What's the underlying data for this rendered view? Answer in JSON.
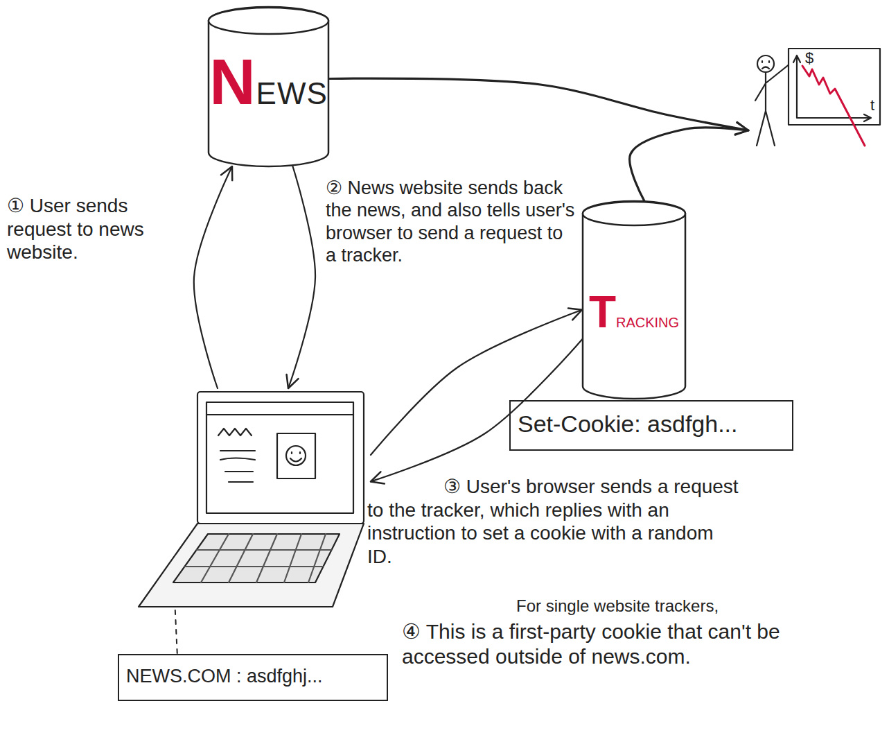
{
  "diagram": {
    "nodes": [
      {
        "text": [
          "NEWS"
        ]
      },
      {
        "text": [
          "$",
          "t"
        ]
      },
      {
        "text": [
          "TRACKING"
        ]
      },
      {
        "text": [
          "Set-Cookie: asdfgh..."
        ]
      },
      {
        "text": []
      },
      {
        "text": [
          "NEWS.COM : asdfghj..."
        ]
      }
    ],
    "edges": [
      {
        "from": 4,
        "to": 0,
        "arrow": "to"
      },
      {
        "from": 0,
        "to": 4,
        "arrow": "to"
      },
      {
        "from": 4,
        "to": 2,
        "arrow": "to"
      },
      {
        "from": 2,
        "to": 4,
        "arrow": "to"
      },
      {
        "from": 0,
        "to": 1,
        "arrow": "to"
      },
      {
        "from": 2,
        "to": 1,
        "arrow": "to"
      },
      {
        "from": 4,
        "to": 5,
        "arrow": "none"
      }
    ],
    "labels": [
      "① User sends request to news website.",
      "② News website sends back the news, and also tells user's browser to send a request to a tracker.",
      "③ User's browser sends a request to the tracker, which replies with an instruction to set a cookie with a random ID.",
      "For single website trackers,",
      "④ This is a first-party cookie that can't be accessed outside of news.com."
    ]
  }
}
